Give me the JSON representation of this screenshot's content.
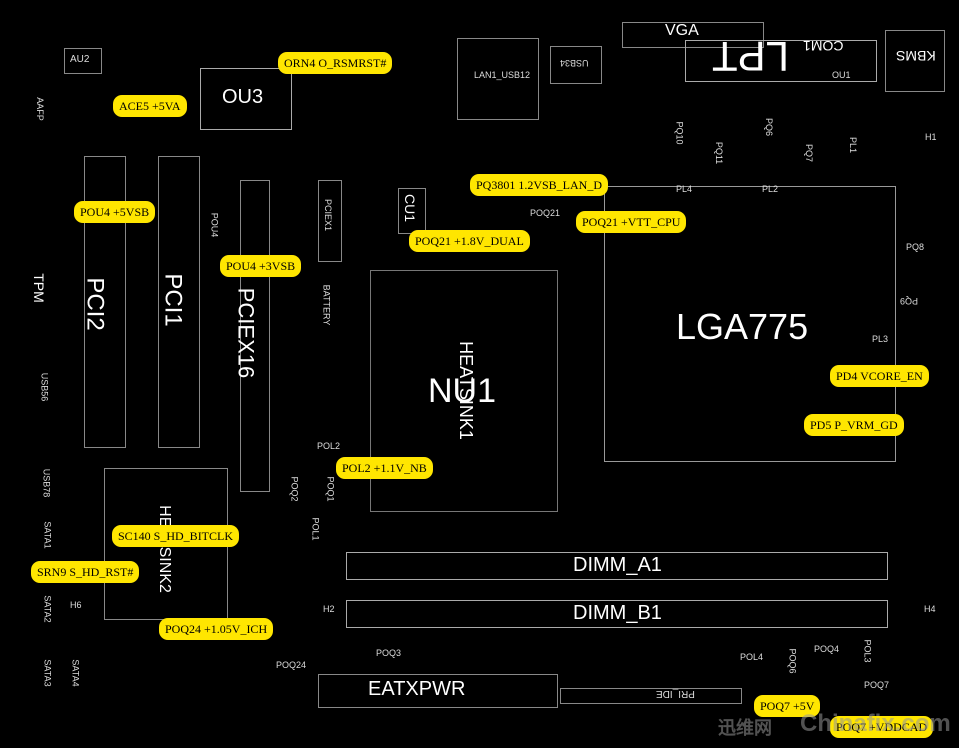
{
  "board": {
    "labels": {
      "vga": "VGA",
      "lpt": "LPT",
      "com1": "COM1",
      "kbms": "KBMS",
      "ou3": "OU3",
      "au2": "AU2",
      "lan": "LAN1_USB12",
      "usb34": "USB34",
      "pci2": "PCI2",
      "pci1": "PCI1",
      "pciex16": "PCIEX16",
      "pciex1": "PCIEX1",
      "cu1": "CU1",
      "heatsink1": "HEATSINK1",
      "nu1": "NU1",
      "heatsink2": "HEATSINK2",
      "lga775": "LGA775",
      "tpm": "TPM",
      "dimm_a1": "DIMM_A1",
      "dimm_b1": "DIMM_B1",
      "eatxpwr": "EATXPWR",
      "pri_ide": "PRI_IDE",
      "battery": "BATTERY",
      "pl1": "PL1",
      "pl2": "PL2",
      "pl3": "PL3",
      "pl4": "PL4",
      "pq6": "PQ6",
      "pq7": "PQ7",
      "pq8": "PQ8",
      "pq9": "PQ9",
      "pq10": "PQ10",
      "pq11": "PQ11",
      "pol2": "POL2",
      "poq1": "POQ1",
      "poq2": "POQ2",
      "poq3": "POQ3",
      "poq4": "POQ4",
      "poq6": "POQ6",
      "poq7": "POQ7",
      "pol4": "POL4",
      "pol3": "POL3",
      "poq24": "POQ24",
      "h1": "H1",
      "h2": "H2",
      "h4": "H4",
      "h6": "H6",
      "ou1": "OU1",
      "pou4": "POU4",
      "poq21": "POQ21",
      "aafp": "AAFP",
      "usb56": "USB56",
      "usb78": "USB78",
      "sata1": "SATA1",
      "sata2": "SATA2",
      "sata3": "SATA3",
      "sata4": "SATA4",
      "pol1": "POL1"
    },
    "annotations": [
      "ORN4 O_RSMRST#",
      "ACE5 +5VA",
      "PQ3801 1.2VSB_LAN_D",
      "POU4    +5VSB",
      "POQ21 +VTT_CPU",
      "POQ21 +1.8V_DUAL",
      "POU4 +3VSB",
      "PD4 VCORE_EN",
      "PD5 P_VRM_GD",
      "POL2 +1.1V_NB",
      "SC140 S_HD_BITCLK",
      "SRN9 S_HD_RST#",
      "POQ24 +1.05V_ICH",
      "POQ7 +5V",
      "POQ7 +VDDCAD"
    ],
    "watermark": {
      "cn": "迅维网",
      "en": "Chinafix.com"
    }
  }
}
